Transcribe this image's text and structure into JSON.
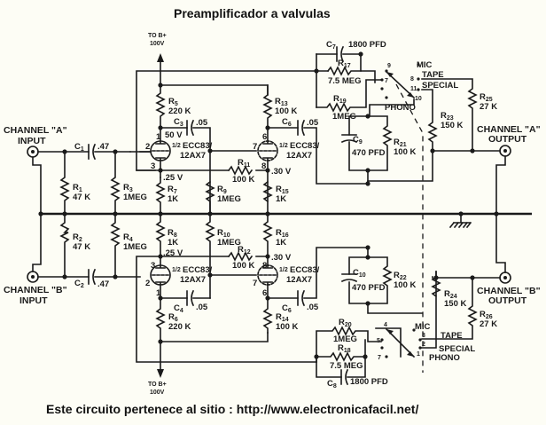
{
  "title": "Preamplificador a valvulas",
  "footer": "Este circuito pertenece al sitio : http://www.electronicafacil.net/",
  "supply": {
    "top": [
      "TO B+",
      "100V"
    ],
    "bottom": [
      "TO B+",
      "100V"
    ]
  },
  "channels": {
    "a_input": [
      "CHANNEL \"A\"",
      "INPUT"
    ],
    "a_output": [
      "CHANNEL \"A\"",
      "OUTPUT"
    ],
    "b_input": [
      "CHANNEL \"B\"",
      "INPUT"
    ],
    "b_output": [
      "CHANNEL \"B\"",
      "OUTPUT"
    ]
  },
  "components": {
    "R1": {
      "name": "R",
      "sub": "1",
      "value": "47 K"
    },
    "R2": {
      "name": "R",
      "sub": "2",
      "value": "47 K"
    },
    "R3": {
      "name": "R",
      "sub": "3",
      "value": "1MEG"
    },
    "R4": {
      "name": "R",
      "sub": "4",
      "value": "1MEG"
    },
    "R5": {
      "name": "R",
      "sub": "5",
      "value": "220 K"
    },
    "R6": {
      "name": "R",
      "sub": "6",
      "value": "220 K"
    },
    "R7": {
      "name": "R",
      "sub": "7",
      "value": "1K"
    },
    "R8": {
      "name": "R",
      "sub": "8",
      "value": "1K"
    },
    "R9": {
      "name": "R",
      "sub": "9",
      "value": "1MEG"
    },
    "R10": {
      "name": "R",
      "sub": "10",
      "value": "1MEG"
    },
    "R11": {
      "name": "R",
      "sub": "11",
      "value": "100 K"
    },
    "R12": {
      "name": "R",
      "sub": "12",
      "value": "100 K"
    },
    "R13": {
      "name": "R",
      "sub": "13",
      "value": "100 K"
    },
    "R14": {
      "name": "R",
      "sub": "14",
      "value": "100 K"
    },
    "R15": {
      "name": "R",
      "sub": "15",
      "value": "1K"
    },
    "R16": {
      "name": "R",
      "sub": "16",
      "value": "1K"
    },
    "R17": {
      "name": "R",
      "sub": "17",
      "value": "7.5 MEG"
    },
    "R18": {
      "name": "R",
      "sub": "18",
      "value": "7.5 MEG"
    },
    "R19": {
      "name": "R",
      "sub": "19",
      "value": "1MEG"
    },
    "R20": {
      "name": "R",
      "sub": "20",
      "value": "1MEG"
    },
    "R21": {
      "name": "R",
      "sub": "21",
      "value": "100 K"
    },
    "R22": {
      "name": "R",
      "sub": "22",
      "value": "100 K"
    },
    "R23": {
      "name": "R",
      "sub": "23",
      "value": "150 K"
    },
    "R24": {
      "name": "R",
      "sub": "24",
      "value": "150 K"
    },
    "R25": {
      "name": "R",
      "sub": "25",
      "value": "27 K"
    },
    "R26": {
      "name": "R",
      "sub": "26",
      "value": "27 K"
    },
    "C1": {
      "name": "C",
      "sub": "1",
      "value": ".47"
    },
    "C2": {
      "name": "C",
      "sub": "2",
      "value": ".47"
    },
    "C3": {
      "name": "C",
      "sub": "3",
      "value": ".05"
    },
    "C4": {
      "name": "C",
      "sub": "4",
      "value": ".05"
    },
    "C6a": {
      "name": "C",
      "sub": "6",
      "value": ".05"
    },
    "C6b": {
      "name": "C",
      "sub": "6",
      "value": ".05"
    },
    "C7": {
      "name": "C",
      "sub": "7",
      "value": "1800 PFD"
    },
    "C8": {
      "name": "C",
      "sub": "8",
      "value": "1800 PFD"
    },
    "C9": {
      "name": "C",
      "sub": "9",
      "value": "470 PFD"
    },
    "C10": {
      "name": "C",
      "sub": "10",
      "value": "470 PFD"
    }
  },
  "tubes": {
    "label_frac": "1/2",
    "label_line1": "ECC83/",
    "label_line2": "12AX7",
    "V1": {
      "pins": [
        "1",
        "2",
        "3"
      ],
      "plate_v": "50 V",
      "cathode_v": ".25 V"
    },
    "V2": {
      "pins": [
        "6",
        "7",
        "8"
      ],
      "cathode_v": ".30 V"
    },
    "V3": {
      "pins": [
        "1",
        "2",
        "3"
      ],
      "cathode_v": ".25 V"
    },
    "V4": {
      "pins": [
        "6",
        "7",
        "8"
      ],
      "cathode_v": ".30 V"
    }
  },
  "switch_a": {
    "pins": [
      "9",
      "8",
      "11",
      "10",
      "7"
    ],
    "positions": [
      "MIC",
      "TAPE",
      "SPECIAL",
      "PHONO"
    ]
  },
  "switch_b": {
    "pins": [
      "4",
      "5",
      "3",
      "2",
      "1",
      "7"
    ],
    "positions": [
      "MIC",
      "TAPE",
      "SPECIAL",
      "PHONO"
    ]
  }
}
